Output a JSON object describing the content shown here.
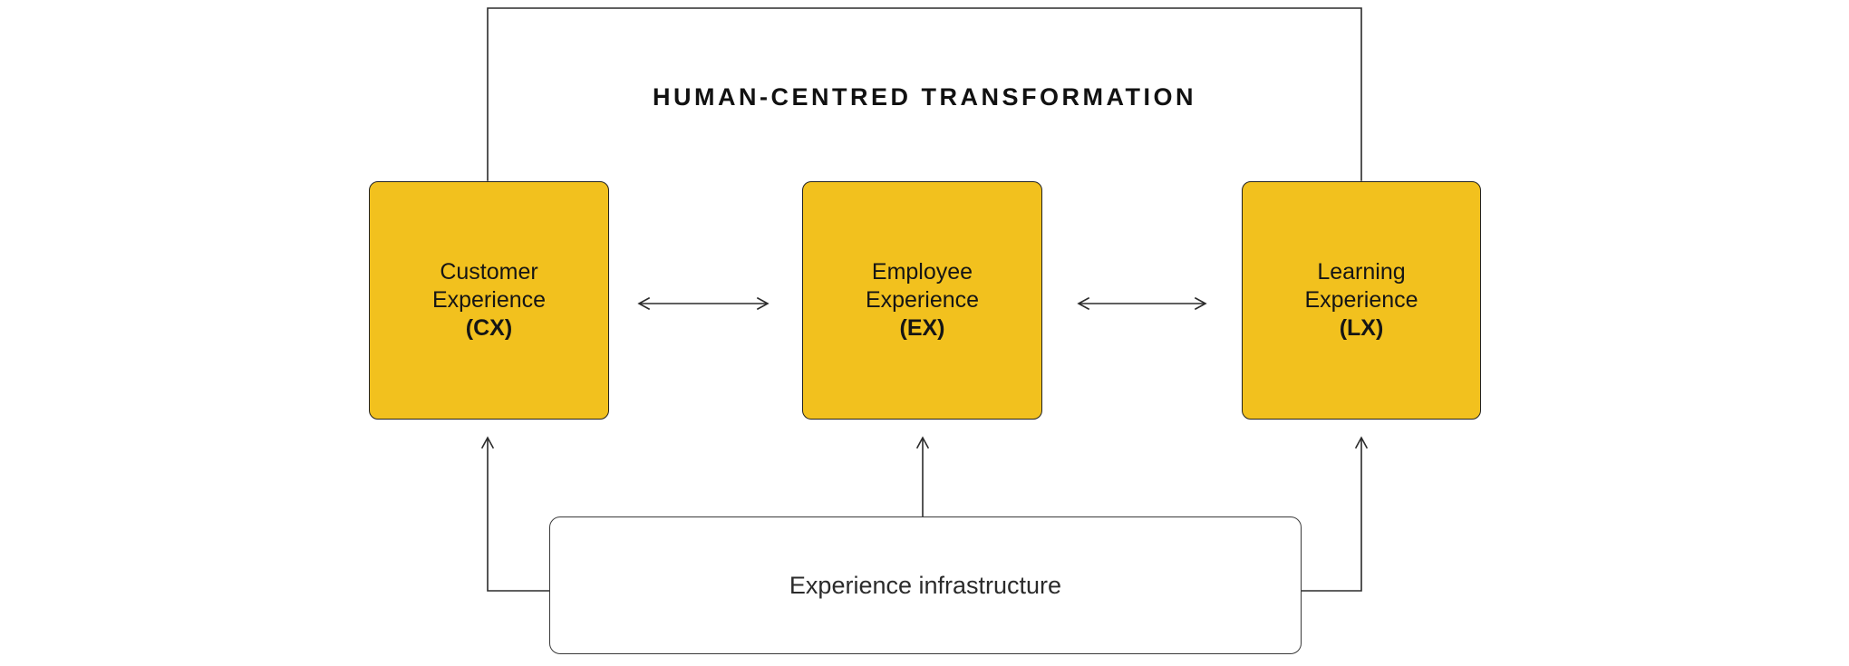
{
  "title": "HUMAN-CENTRED TRANSFORMATION",
  "boxes": [
    {
      "id": "customer-experience",
      "line1": "Customer",
      "line2": "Experience",
      "abbr": "(CX)"
    },
    {
      "id": "employee-experience",
      "line1": "Employee",
      "line2": "Experience",
      "abbr": "(EX)"
    },
    {
      "id": "learning-experience",
      "line1": "Learning",
      "line2": "Experience",
      "abbr": "(LX)"
    }
  ],
  "infrastructure": {
    "label": "Experience infrastructure"
  },
  "edges": [
    {
      "from": "customer-experience",
      "to": "employee-experience",
      "type": "bidirectional-arrow"
    },
    {
      "from": "employee-experience",
      "to": "learning-experience",
      "type": "bidirectional-arrow"
    },
    {
      "from": "experience-infrastructure",
      "to": "customer-experience",
      "type": "arrow-up"
    },
    {
      "from": "experience-infrastructure",
      "to": "employee-experience",
      "type": "arrow-up"
    },
    {
      "from": "experience-infrastructure",
      "to": "learning-experience",
      "type": "arrow-up"
    },
    {
      "from": "title-bracket",
      "to": "customer-experience,learning-experience",
      "type": "bracket"
    }
  ],
  "colors": {
    "box-fill": "#F2C11E",
    "line": "#2b2b2b",
    "background": "#ffffff",
    "text": "#1a1a1a"
  }
}
